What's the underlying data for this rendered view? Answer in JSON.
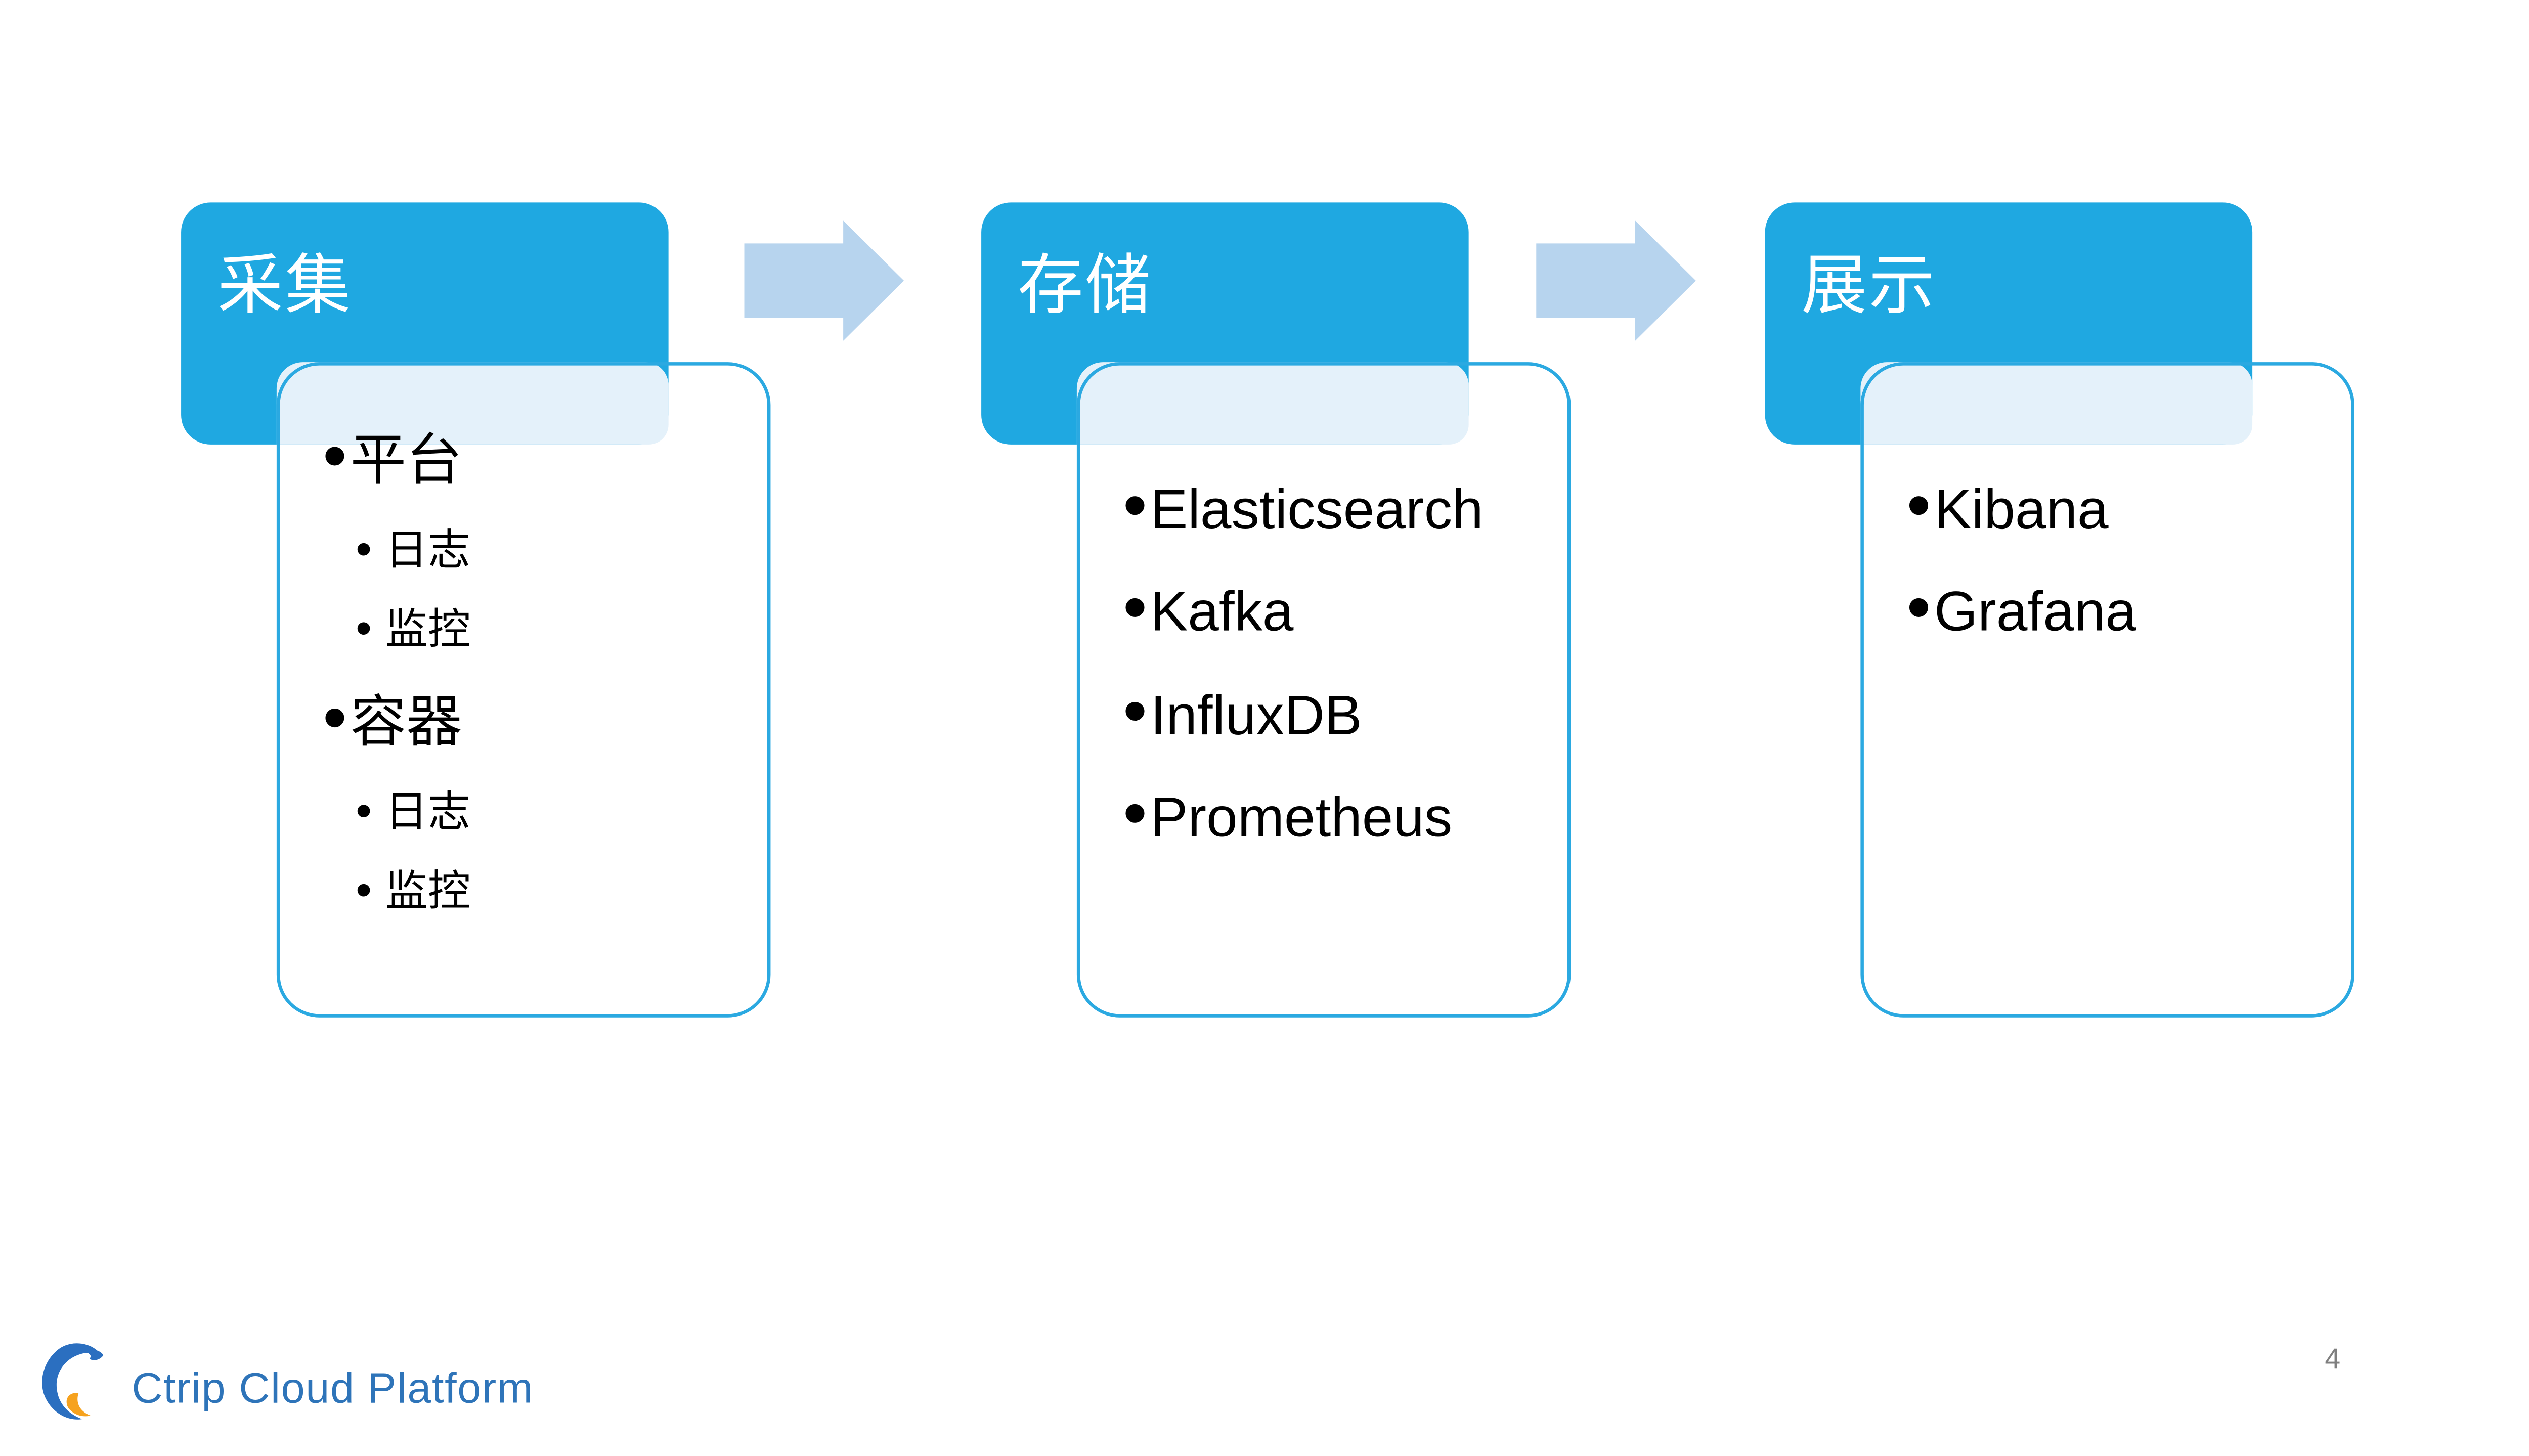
{
  "slide": {
    "page_number": "4"
  },
  "footer": {
    "brand_name": "Ctrip Cloud Platform",
    "logo": "ctrip-dolphin-logo"
  },
  "colors": {
    "header_bg": "#1FA8E1",
    "band": "#E4F1FA",
    "body_border": "#2BA9E1",
    "arrow": "#B7D4EE",
    "brand_text": "#2E74B9",
    "page_number_text": "#7F7F7F",
    "logo_blue": "#2B6FC0",
    "logo_orange": "#F6A21E"
  },
  "pipeline": {
    "arrow_icon": "right-block-arrow",
    "columns": [
      {
        "title": "采集",
        "items": [
          {
            "level": 1,
            "text": "平台"
          },
          {
            "level": 2,
            "text": "日志"
          },
          {
            "level": 2,
            "text": "监控"
          },
          {
            "level": 1,
            "text": "容器"
          },
          {
            "level": 2,
            "text": "日志"
          },
          {
            "level": 2,
            "text": "监控"
          }
        ]
      },
      {
        "title": "存储",
        "items": [
          {
            "level": 1,
            "text": "Elasticsearch"
          },
          {
            "level": 1,
            "text": "Kafka"
          },
          {
            "level": 1,
            "text": "InfluxDB"
          },
          {
            "level": 1,
            "text": "Prometheus"
          }
        ]
      },
      {
        "title": "展示",
        "items": [
          {
            "level": 1,
            "text": "Kibana"
          },
          {
            "level": 1,
            "text": "Grafana"
          }
        ]
      }
    ]
  }
}
